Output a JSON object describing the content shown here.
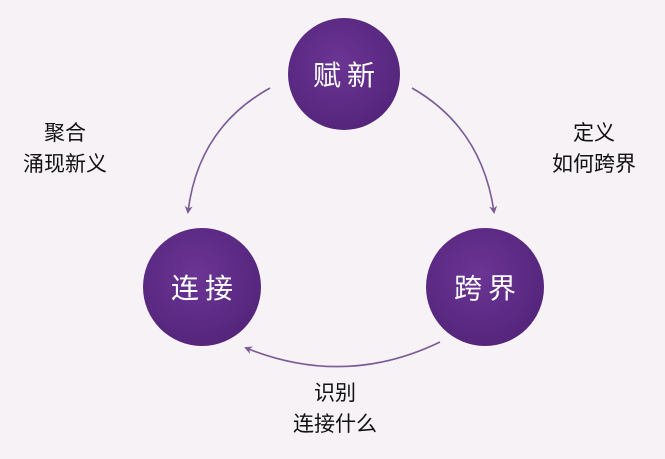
{
  "colors": {
    "background": "#f6f2f6",
    "node_fill": "#5b2a82",
    "arrow": "#7a5b96",
    "label_text": "#111111"
  },
  "nodes": {
    "top": "赋新",
    "left": "连接",
    "right": "跨界"
  },
  "labels": {
    "left": [
      "聚合",
      "涌现新义"
    ],
    "right": [
      "定义",
      "如何跨界"
    ],
    "bottom": [
      "识别",
      "连接什么"
    ]
  }
}
